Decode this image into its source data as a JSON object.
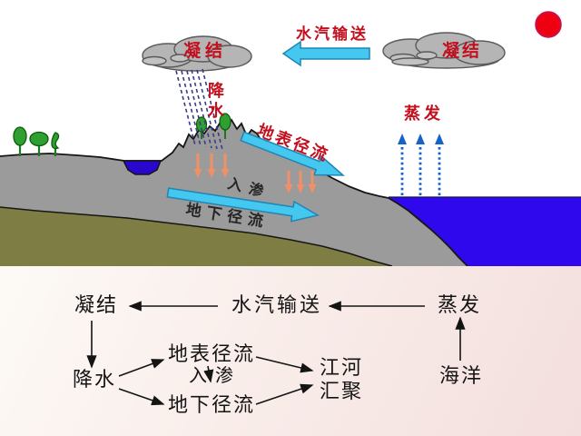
{
  "scene": {
    "labels": {
      "condensation_left": "凝结",
      "vapor_transport": "水汽输送",
      "condensation_right": "凝结",
      "precipitation": "降水",
      "evaporation": "蒸发",
      "surface_runoff": "地表径流",
      "infiltration": "入渗",
      "underground_runoff": "地下径流"
    },
    "colors": {
      "label_red": "#c2101f",
      "arrow_cyan": "#44c8f0",
      "sea_blue": "#3008ee",
      "lake_blue": "#2a07cc",
      "terrain_gray": "#9b9b9b",
      "subsoil_olive": "#7e7e44",
      "cloud_gray": "#b5b5b5",
      "sun_red": "#ee0011",
      "rain_navy": "#3a3a85",
      "infiltration_orange": "#ef9068",
      "evaporation_arrow_blue": "#1663c8"
    }
  },
  "flowchart": {
    "nodes": {
      "condensation": "凝结",
      "vapor_transport": "水汽输送",
      "evaporation": "蒸发",
      "precipitation": "降水",
      "surface_runoff": "地表径流",
      "infiltration": "入渗",
      "underground_runoff": "地下径流",
      "rivers_line1": "江河",
      "rivers_line2": "汇聚",
      "ocean": "海洋"
    },
    "text_color": "#141414",
    "background_pink": "#f6e5e2"
  }
}
